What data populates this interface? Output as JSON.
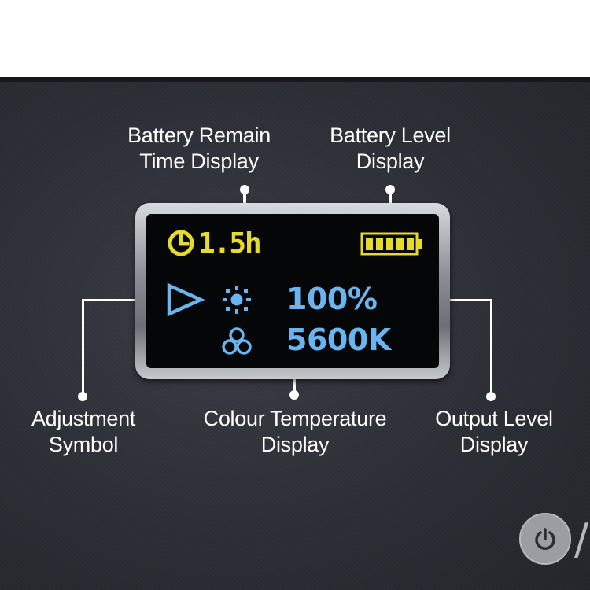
{
  "labels": {
    "battery_remain": [
      "Battery Remain",
      "Time Display"
    ],
    "battery_level": [
      "Battery Level",
      "Display"
    ],
    "adjustment": [
      "Adjustment",
      "Symbol"
    ],
    "colour_temp": [
      "Colour Temperature",
      "Display"
    ],
    "output_level": [
      "Output Level",
      "Display"
    ]
  },
  "screen": {
    "time_value": "1.5h",
    "brightness_value": "100%",
    "colour_temp_value": "5600K",
    "battery_bars": 5
  },
  "icons": {
    "clock": "clock-icon",
    "battery": "battery-icon",
    "adjust": "play-triangle-icon",
    "brightness": "sun-icon",
    "colour": "rgb-circles-icon",
    "power": "power-icon"
  },
  "colors": {
    "yellow": "#e6db2a",
    "blue": "#6ab4ef",
    "panel": "#2b2e34"
  },
  "slash": "/"
}
